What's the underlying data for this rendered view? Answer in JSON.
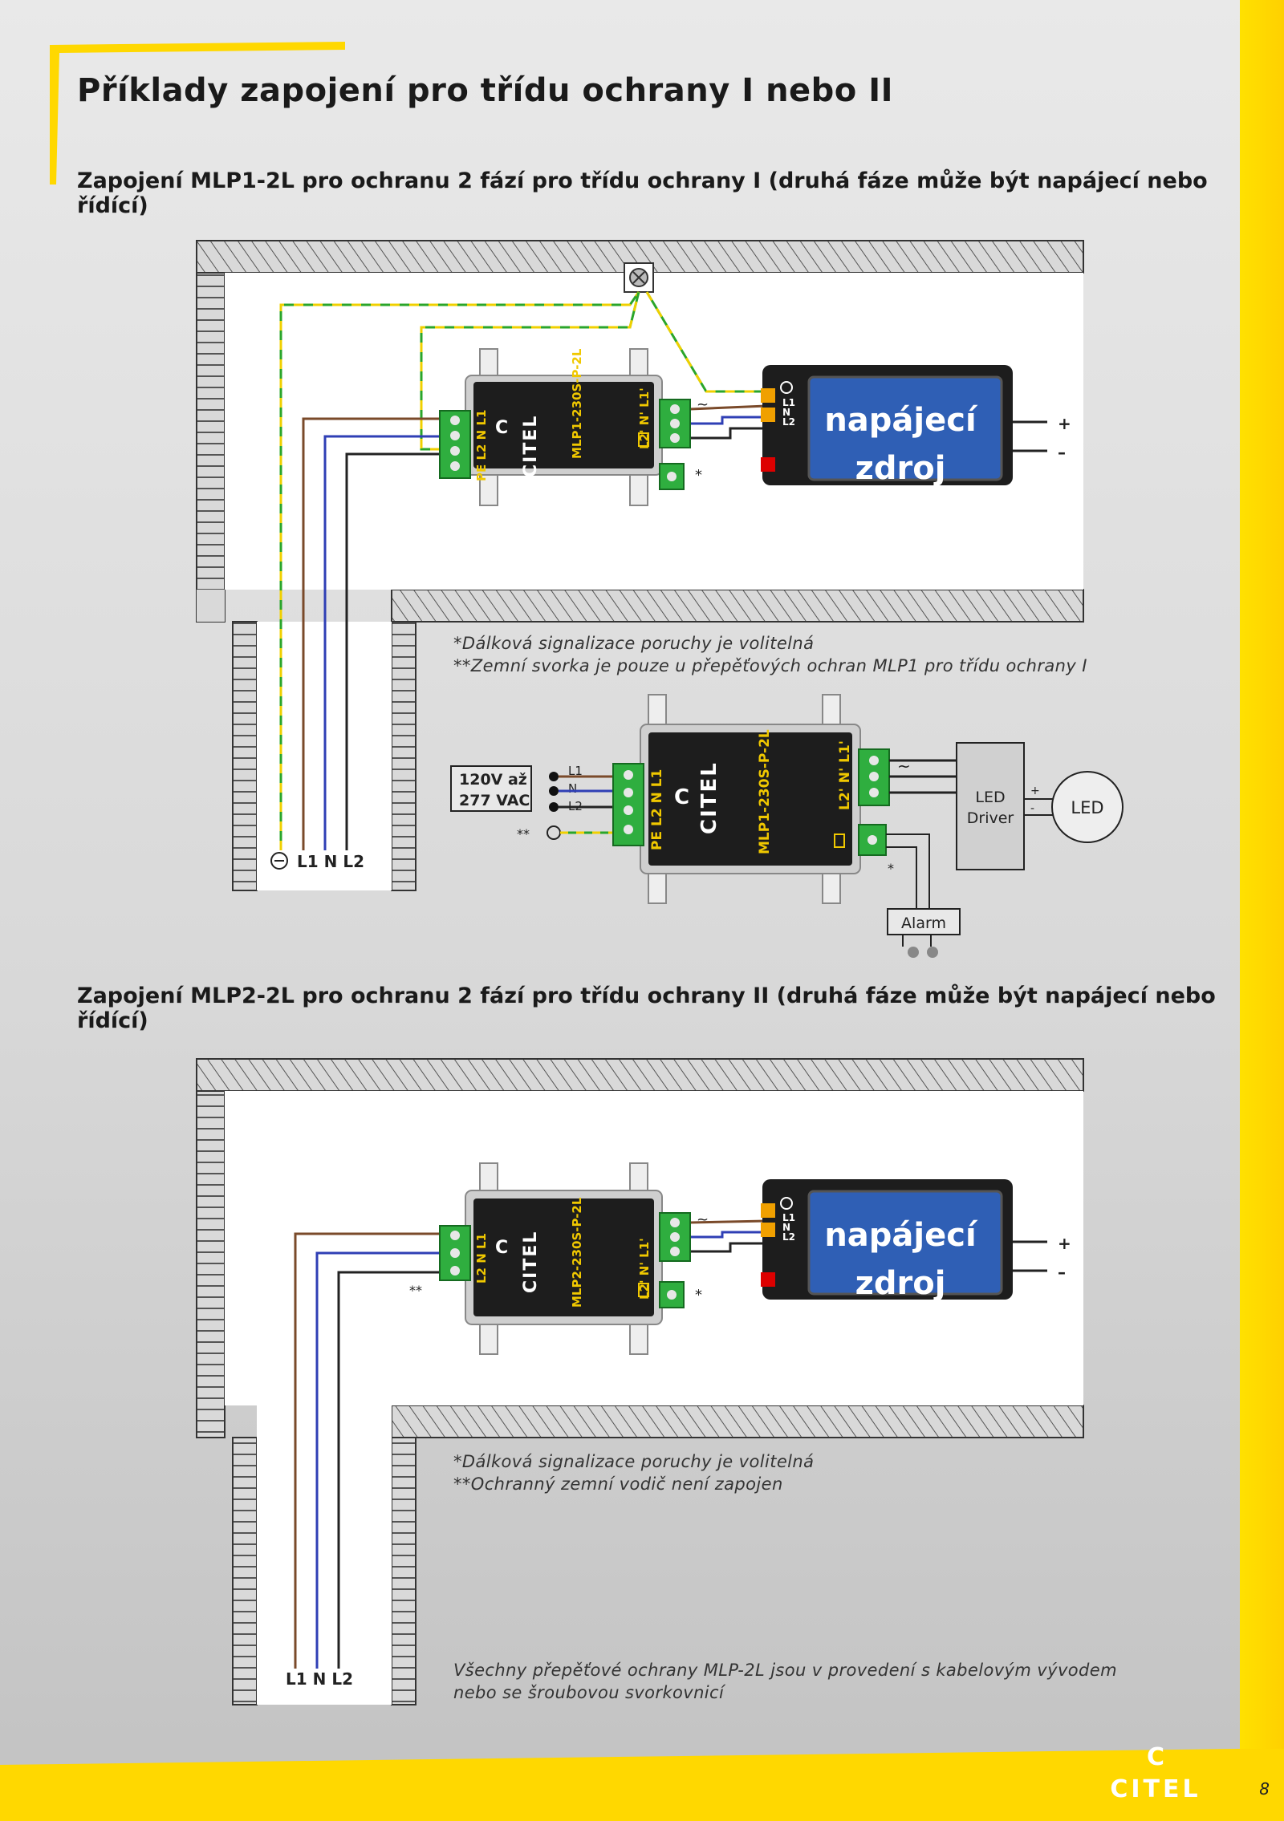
{
  "page": {
    "title": "Příklady zapojení pro třídu ochrany I nebo II",
    "page_number": "8"
  },
  "brand": {
    "name": "CITEL",
    "color": "#ffd800"
  },
  "section1": {
    "heading": "Zapojení MLP1-2L pro ochranu 2 fází pro třídu ochrany I (druhá fáze může být napájecí nebo řídící)",
    "device_model": "MLP1-230S-P-2L",
    "input_terminals": "PE L2 N L1",
    "output_terminals": "L2' N' L1'",
    "psu_label_line1": "napájecí",
    "psu_label_line2": "zdroj",
    "psu_terminals": [
      "L1",
      "N",
      "L2"
    ],
    "psu_outputs": [
      "+",
      "–"
    ],
    "cable_label": "L1 N L2",
    "notes": [
      "*Dálková signalizace poruchy je volitelná",
      "**Zemní svorka je pouze u přepěťových ochran MLP1 pro třídu ochrany I"
    ],
    "example2": {
      "voltage_line1": "120V až",
      "voltage_line2": "277 VAC",
      "inputs": [
        "L1",
        "N",
        "L2"
      ],
      "driver_line1": "LED",
      "driver_line2": "Driver",
      "driver_outputs": [
        "+",
        "-"
      ],
      "load": "LED",
      "alarm": "Alarm"
    }
  },
  "section2": {
    "heading": "Zapojení MLP2-2L pro ochranu 2 fází pro třídu ochrany II (druhá fáze může být napájecí nebo řídící)",
    "device_model": "MLP2-230S-P-2L",
    "input_terminals": "L2 N L1",
    "output_terminals": "L2' N' L1'",
    "psu_label_line1": "napájecí",
    "psu_label_line2": "zdroj",
    "psu_terminals": [
      "L1",
      "N",
      "L2"
    ],
    "psu_outputs": [
      "+",
      "–"
    ],
    "cable_label": "L1 N L2",
    "notes": [
      "*Dálková signalizace poruchy je volitelná",
      "**Ochranný zemní vodič není zapojen"
    ],
    "footnote_line1": "Všechny přepěťové ochrany MLP-2L jsou v provedení s kabelovým vývodem",
    "footnote_line2": "nebo se šroubovou svorkovnicí"
  },
  "symbols": {
    "star": "*",
    "double_star": "**",
    "tilde": "~"
  },
  "colors": {
    "earth_green": "#2aa52a",
    "earth_yellow": "#f0d000",
    "brown": "#7a4a2a",
    "blue": "#2f3fb5",
    "black": "#222222",
    "terminal_green": "#2fae3f",
    "psu_blue": "#2f5fb5"
  },
  "icons": [
    "earth-icon",
    "tilde-icon",
    "relay-icon",
    "fuse-icon",
    "citel-logo-icon"
  ]
}
